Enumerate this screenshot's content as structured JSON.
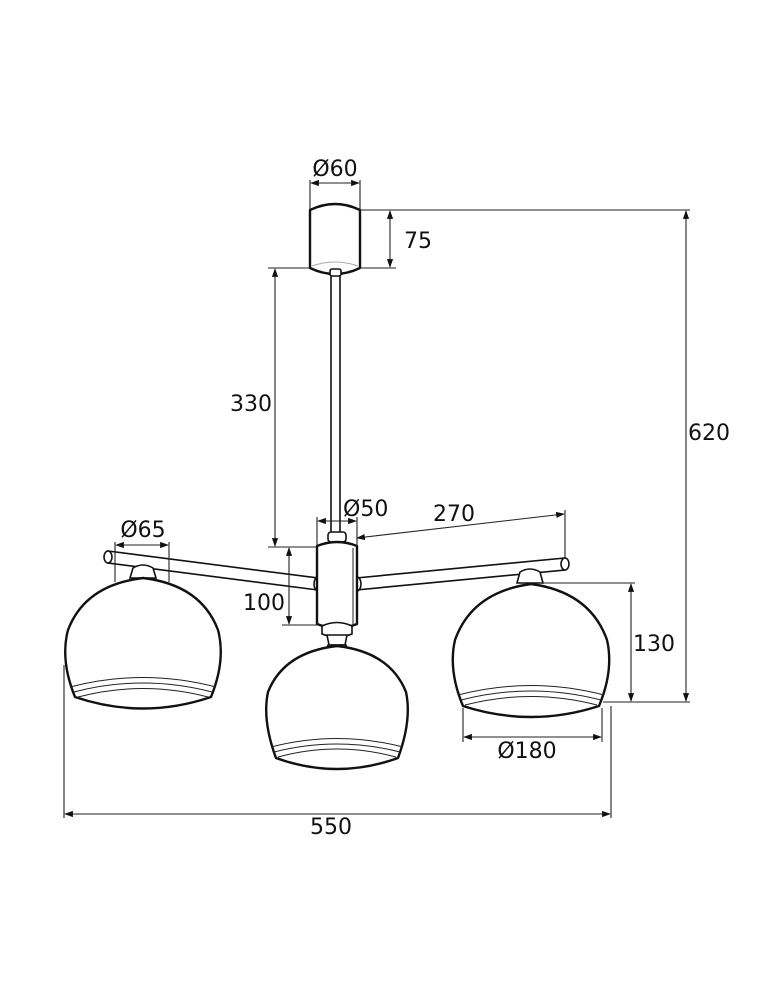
{
  "drawing": {
    "title": "Three-arm pendant lamp technical dimension drawing",
    "units": "mm",
    "stroke_color": "#111111",
    "background": "#ffffff"
  },
  "dimensions": {
    "canopy_diameter": "Ø60",
    "canopy_height": "75",
    "rod_length": "330",
    "hub_diameter": "Ø50",
    "hub_height": "100",
    "arm_length": "270",
    "shade_neck_diameter": "Ø65",
    "shade_height": "130",
    "shade_diameter": "Ø180",
    "total_height": "620",
    "total_width": "550"
  },
  "components": [
    "canopy",
    "rod",
    "central-hub",
    "left-arm",
    "right-arm",
    "left-shade",
    "center-shade",
    "right-shade"
  ]
}
